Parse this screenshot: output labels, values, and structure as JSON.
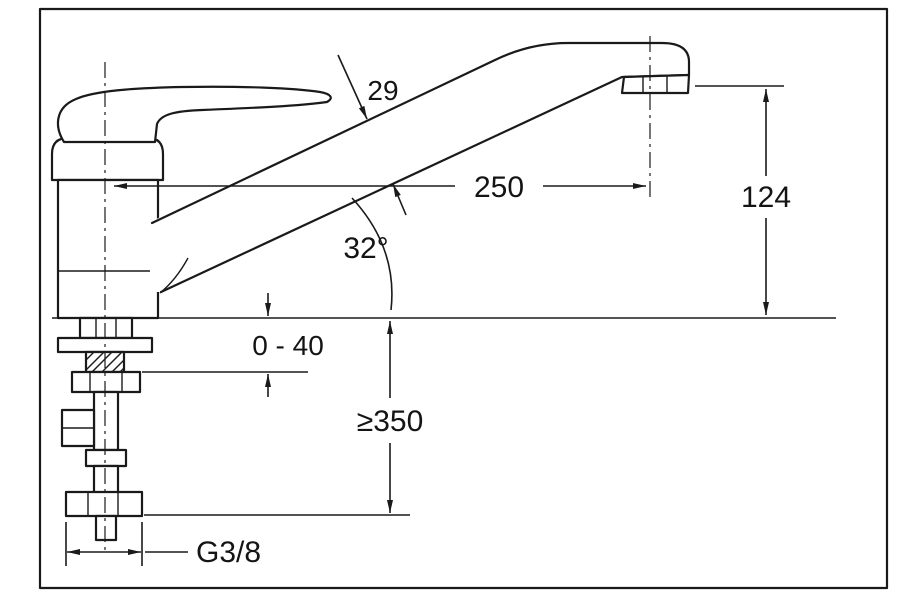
{
  "figure": {
    "kind": "technical-dimension-drawing",
    "subject": "single-lever kitchen mixer tap, side view",
    "line_color": "#1a1a1a",
    "background_color": "#ffffff"
  },
  "labels": {
    "tube_diameter": "29",
    "spout_reach": "250",
    "spout_angle": "32°",
    "outlet_height": "124",
    "deck_thickness": "0 - 40",
    "clearance_below": "≥350",
    "thread": "G3/8"
  }
}
